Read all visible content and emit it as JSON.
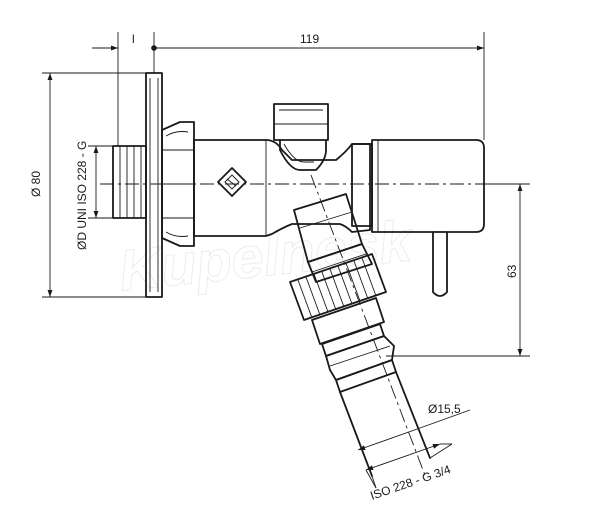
{
  "drawing": {
    "dimensions": {
      "overall_length": "119",
      "offset_label": "l",
      "flange_diameter": "Ø 80",
      "inlet_thread": "ØD UNI ISO 228 - G",
      "height": "63",
      "hose_diameter": "Ø15,5",
      "outlet_thread": "ISO 228 - G 3/4"
    },
    "watermark": "Kupelnesk"
  },
  "colors": {
    "line": "#1a1a1a",
    "background": "#ffffff",
    "watermark": "#d8dde3"
  }
}
